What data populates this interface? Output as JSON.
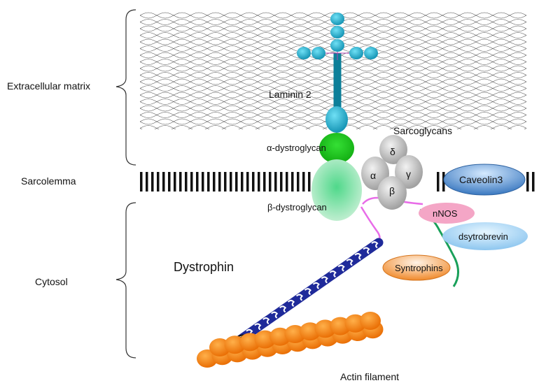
{
  "regions": {
    "extracellular": "Extracellular matrix",
    "sarcolemma": "Sarcolemma",
    "cytosol": "Cytosol"
  },
  "components": {
    "laminin": "Laminin 2",
    "alpha_dystroglycan": "α-dystroglycan",
    "beta_dystroglycan": "β-dystroglycan",
    "sarcoglycans": "Sarcoglycans",
    "caveolin": "Caveolin3",
    "nnos": "nNOS",
    "dystrobrevin": "dsytrobrevin",
    "syntrophins": "Syntrophins",
    "dystrophin": "Dystrophin",
    "actin": "Actin filament"
  },
  "sarcoglycan_subunits": {
    "delta": "δ",
    "alpha": "α",
    "gamma": "γ",
    "beta": "β"
  },
  "colors": {
    "laminin": "#1aa7c7",
    "alpha_dystroglycan": "#19c319",
    "beta_dystroglycan": "#8fdcaa",
    "sarcoglycan": "#c8c8c8",
    "caveolin": "#3f7fc4",
    "nnos": "#f4a6c6",
    "dystrobrevin": "#8fc7f0",
    "syntrophins": "#f7a35c",
    "dystrophin": "#1f2a9a",
    "actin": "#f07f12",
    "linker_pink": "#e86ce8",
    "linker_green": "#1aa05a"
  }
}
